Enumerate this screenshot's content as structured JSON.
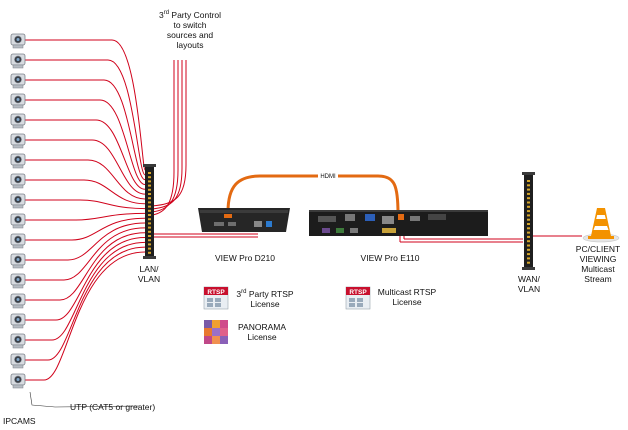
{
  "labels": {
    "third_party_control": [
      "3rd Party Control",
      "to switch",
      "sources and",
      "layouts"
    ],
    "hdmi": "HDMI",
    "lan_vlan": [
      "LAN/",
      "VLAN"
    ],
    "view_pro_d210": "VIEW Pro D210",
    "view_pro_e110": "VIEW Pro E110",
    "wan_vlan": [
      "WAN/",
      "VLAN"
    ],
    "pc_client": [
      "PC/CLIENT",
      "VIEWING",
      "Multicast",
      "Stream"
    ],
    "rtsp_license_3rd": [
      "3rd Party RTSP",
      "License"
    ],
    "panorama_license": [
      "PANORAMA",
      "License"
    ],
    "multicast_rtsp_license": [
      "Multicast RTSP",
      "License"
    ],
    "rtsp_badge": "RTSP",
    "utp": "UTP (CAT5 or greater)",
    "ipcams": "IPCAMS"
  },
  "icons": {
    "camera": "ip-camera-icon",
    "switch": "network-switch-icon",
    "vlc": "vlc-cone-icon",
    "rtsp": "rtsp-license-icon",
    "panorama": "panorama-license-icon"
  },
  "camera_count": 18,
  "colors": {
    "cable_red": "#d0021b",
    "hdmi_orange": "#e36a12",
    "device_dark": "#1f1f1f",
    "rtsp_red": "#c8102e",
    "vlc_orange": "#f39200"
  }
}
